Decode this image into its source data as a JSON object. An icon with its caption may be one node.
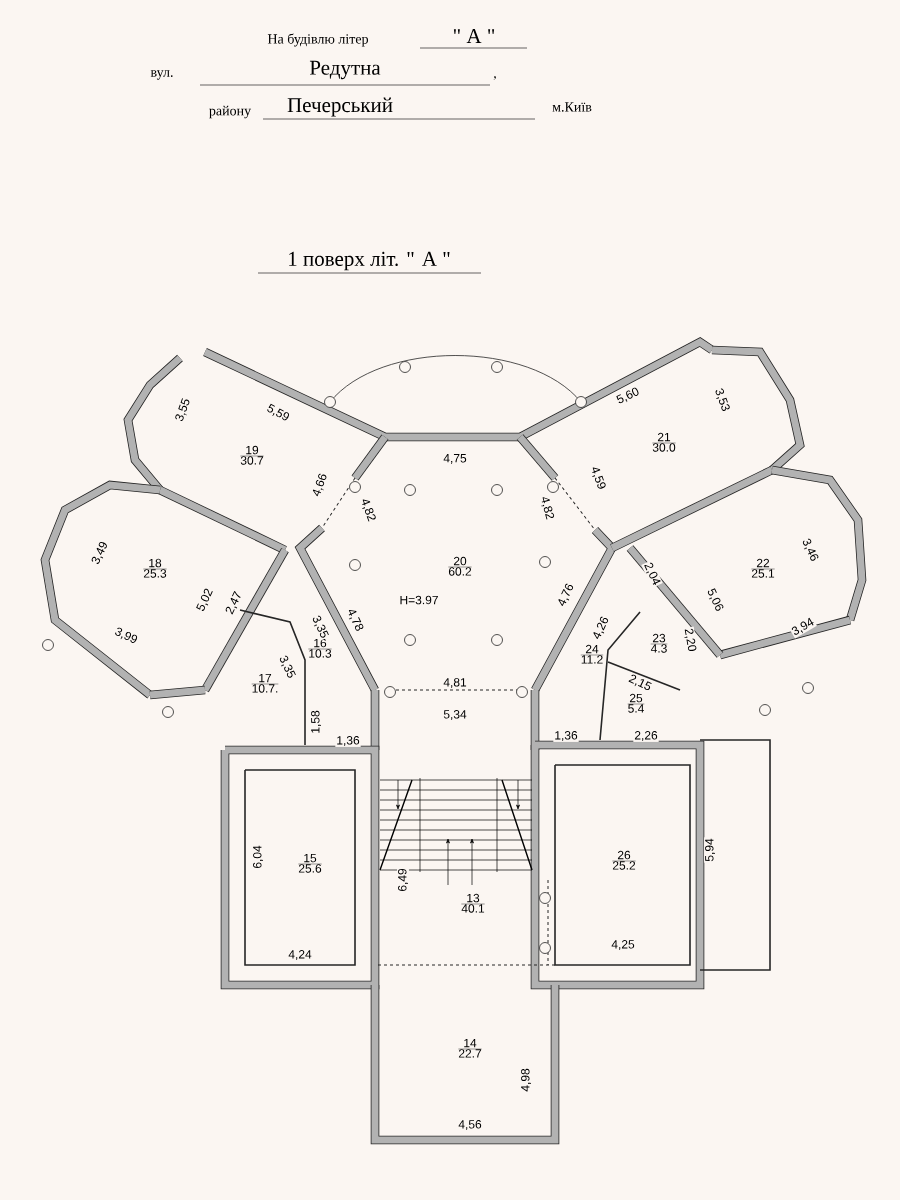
{
  "diagram": {
    "title": "1 поверх літ. \" А \"",
    "nodes": [
      {
        "text": [
          "21",
          "30.0"
        ]
      },
      {
        "text": [
          "19",
          "30.7"
        ]
      },
      {
        "text": [
          "20",
          "60.2"
        ]
      },
      {
        "text": [
          "18",
          "25.3"
        ]
      },
      {
        "text": [
          "22",
          "25.1"
        ]
      },
      {
        "text": [
          "23",
          "4.3"
        ]
      },
      {
        "text": [
          "16",
          "10.3"
        ]
      },
      {
        "text": [
          "24",
          "11.2"
        ]
      },
      {
        "text": [
          "17",
          "10.7."
        ]
      },
      {
        "text": [
          "25",
          "5.4"
        ]
      },
      {
        "text": [
          "26",
          "25.2"
        ]
      },
      {
        "text": [
          "15",
          "25.6"
        ]
      },
      {
        "text": [
          "13",
          "40.1"
        ]
      },
      {
        "text": [
          "14",
          "22.7"
        ]
      }
    ],
    "labels": [
      "На будівлю літер",
      "\" А \"",
      "вул.",
      "Редутна",
      ",",
      "району",
      "Печерський",
      "м.Київ",
      "5,60",
      "3,53",
      "3,55",
      "5,59",
      "4,75",
      "4,59",
      "4,66",
      "4,82",
      "4,82",
      "3,46",
      "3,49",
      "2,04",
      "H=3.97",
      "4,76",
      "5,02",
      "2,47",
      "5,06",
      "3,35",
      "4,78",
      "4,26",
      "3,94",
      "3,99",
      "2,20",
      "3,35",
      "2,15",
      "4,81",
      "5,34",
      "1,58",
      "1,36",
      "1,36",
      "2,26",
      "5,94",
      "6,04",
      "6,49",
      "4,25",
      "4,24",
      "4,98",
      "4,56"
    ]
  }
}
